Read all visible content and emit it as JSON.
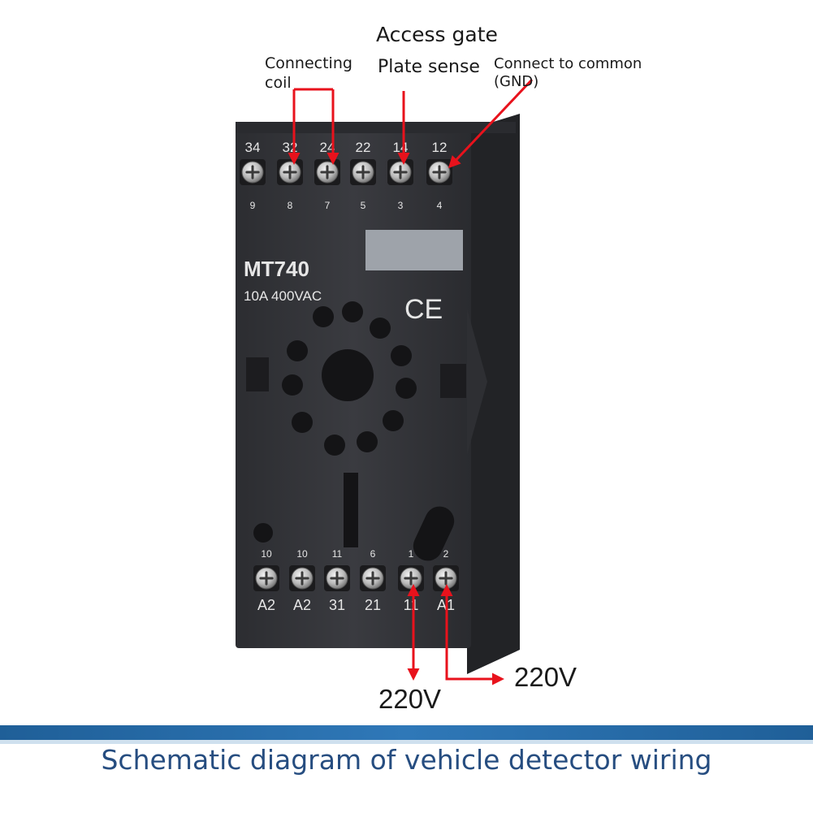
{
  "labels": {
    "access_gate": "Access gate",
    "plate_sense": "Plate sense",
    "connecting_coil": "Connecting coil",
    "connect_common": "Connect to common (GND)",
    "voltage_left": "220V",
    "voltage_right": "220V"
  },
  "device": {
    "model": "MT740",
    "rating": "10A 400VAC",
    "ce_mark": "CE",
    "top_terminals": [
      {
        "top": "34",
        "bottom": "9"
      },
      {
        "top": "32",
        "bottom": "8"
      },
      {
        "top": "24",
        "bottom": "7"
      },
      {
        "top": "22",
        "bottom": "5"
      },
      {
        "top": "14",
        "bottom": "3"
      },
      {
        "top": "12",
        "bottom": "4"
      }
    ],
    "bottom_terminals": [
      {
        "pin": "10",
        "label": "A2"
      },
      {
        "pin": "10",
        "label": "A2"
      },
      {
        "pin": "11",
        "label": "31"
      },
      {
        "pin": "6",
        "label": "21"
      },
      {
        "pin": "1",
        "label": "11"
      },
      {
        "pin": "2",
        "label": "A1"
      }
    ]
  },
  "caption": "Schematic diagram of vehicle detector wiring",
  "colors": {
    "arrow": "#e8121c",
    "body": "#35363a",
    "caption_text": "#264d80",
    "band": "#2a6fb0"
  }
}
